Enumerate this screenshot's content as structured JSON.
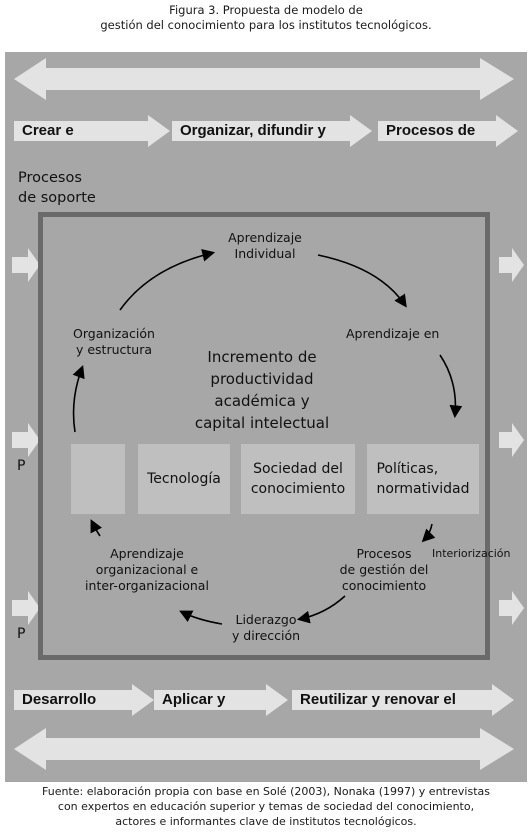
{
  "figure": {
    "title_line1": "Figura 3. Propuesta de modelo de",
    "title_line2": "gestión del conocimiento para los institutos tecnológicos.",
    "source_line1": "Fuente: elaboración propia con base en Solé (2003), Nonaka (1997) y entrevistas",
    "source_line2": "con expertos en educación superior y temas de sociedad del conocimiento,",
    "source_line3": "actores e informantes clave de institutos tecnológicos."
  },
  "top_arrows": [
    "Crear e",
    "Organizar, difundir y",
    "Procesos de"
  ],
  "bottom_arrows": [
    "Desarrollo",
    "Aplicar y",
    "Reutilizar y renovar el"
  ],
  "support": {
    "line1": "Procesos",
    "line2": "de soporte"
  },
  "side_labels": [
    "P",
    "P"
  ],
  "cycle": {
    "individual_1": "Aprendizaje",
    "individual_2": "Individual",
    "aprendizaje_en": "Aprendizaje en",
    "organizacion_1": "Organización",
    "organizacion_2": "y estructura",
    "procesos_1": "Procesos",
    "procesos_2": "de gestión del",
    "procesos_3": "conocimiento",
    "interiorizacion": "Interiorización",
    "liderazgo_1": "Liderazgo",
    "liderazgo_2": "y dirección",
    "org_1": "Aprendizaje",
    "org_2": "organizacional e",
    "org_3": "inter-organizacional"
  },
  "center": {
    "line1": "Incremento de",
    "line2": "productividad",
    "line3": "académica y",
    "line4": "capital intelectual"
  },
  "pillars": {
    "tecnologia": "Tecnología",
    "sociedad_1": "Sociedad del",
    "sociedad_2": "conocimiento",
    "politicas_1": "Políticas,",
    "politicas_2": "normatividad"
  }
}
